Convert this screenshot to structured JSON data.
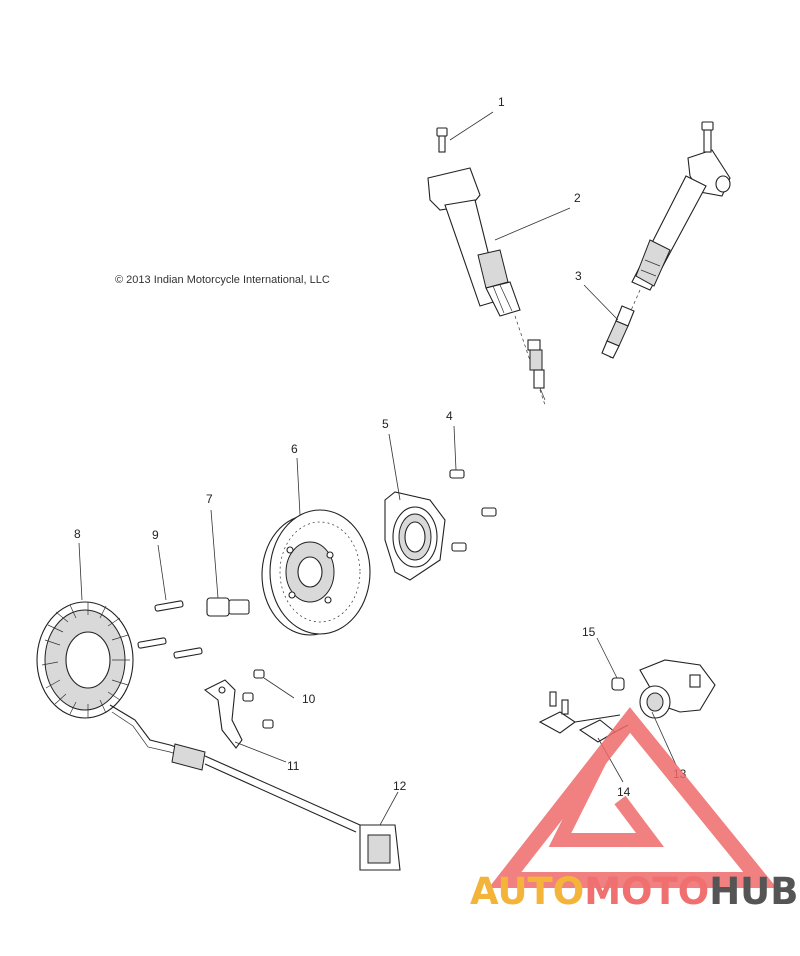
{
  "copyright": "© 2013 Indian Motorcycle International, LLC",
  "callouts": [
    "1",
    "2",
    "3",
    "4",
    "5",
    "6",
    "7",
    "8",
    "9",
    "10",
    "11",
    "12",
    "13",
    "14",
    "15"
  ],
  "watermark": {
    "part1": "AUTO",
    "part2": "MOTO",
    "part3": "HUB",
    "color_auto": "#f4b43a",
    "color_moto": "#f07070",
    "color_hub": "#555555",
    "logo_color": "#ef6b6b"
  }
}
